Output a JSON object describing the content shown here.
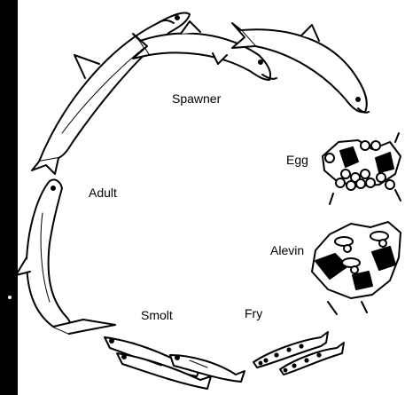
{
  "diagram": {
    "stages": [
      {
        "label": "Spawner"
      },
      {
        "label": "Egg"
      },
      {
        "label": "Alevin"
      },
      {
        "label": "Fry"
      },
      {
        "label": "Smolt"
      },
      {
        "label": "Adult"
      }
    ],
    "colors": {
      "ink": "#000000",
      "paper": "#ffffff",
      "border": "#000000"
    }
  }
}
